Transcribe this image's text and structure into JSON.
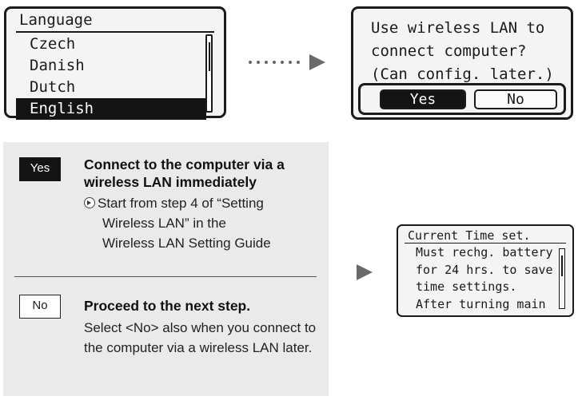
{
  "language_screen": {
    "title": "Language",
    "items": [
      "Czech",
      "Danish",
      "Dutch",
      "English"
    ],
    "selected_index": 3
  },
  "wlan_screen": {
    "message": "Use wireless LAN to\nconnect computer?\n(Can config. later.)",
    "yes_label": "Yes",
    "no_label": "No",
    "selected": "Yes"
  },
  "instructions": {
    "yes": {
      "badge": "Yes",
      "title": "Connect to the computer via a wireless LAN immediately",
      "ref_line1": "Start from step 4 of “Setting",
      "ref_line2": "Wireless LAN” in the",
      "ref_line3": "Wireless LAN Setting Guide"
    },
    "no": {
      "badge": "No",
      "title": "Proceed to the next step.",
      "desc": "Select <No> also when you connect to the computer via a wireless LAN later."
    }
  },
  "time_screen": {
    "title": "Current Time set.",
    "message": "Must rechg. battery\nfor 24 hrs. to save\ntime settings.\nAfter turning main"
  },
  "colors": {
    "lcd_bg": "#f4f4f4",
    "lcd_border": "#1b1b1b",
    "panel_bg": "#eaeaea",
    "highlight": "#141414"
  },
  "icons": {
    "arrow": "right-triangle-icon",
    "reference": "circled-arrow-icon"
  }
}
